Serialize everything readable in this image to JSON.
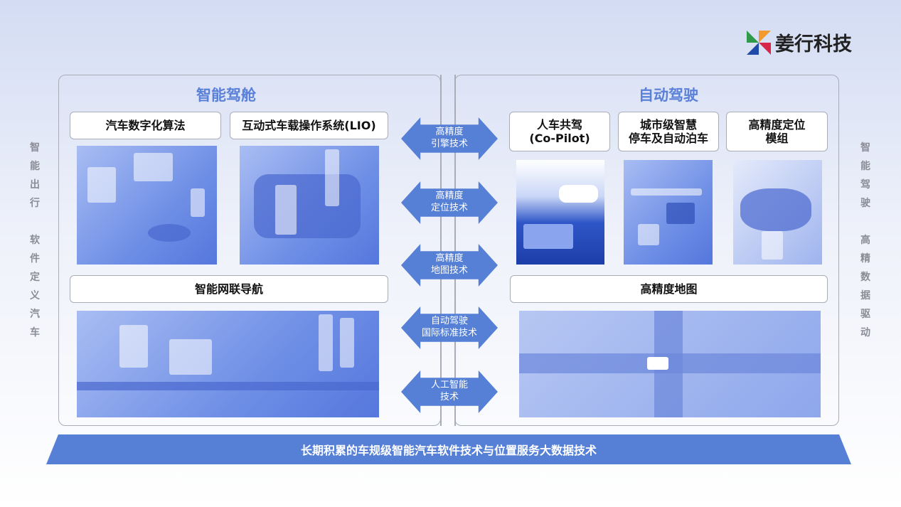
{
  "logo": {
    "text": "姜行科技"
  },
  "side_left": [
    "智",
    "能",
    "出",
    "行",
    "",
    "软",
    "件",
    "定",
    "义",
    "汽",
    "车"
  ],
  "side_right": [
    "智",
    "能",
    "驾",
    "驶",
    "",
    "高",
    "精",
    "数",
    "据",
    "驱",
    "动"
  ],
  "left_panel": {
    "title": "智能驾舱",
    "box1": "汽车数字化算法",
    "box2": "互动式车载操作系统(LIO)",
    "box3": "智能网联导航"
  },
  "right_panel": {
    "title": "自动驾驶",
    "box1": "人车共驾\n(Co-Pilot)",
    "box2": "城市级智慧\n停车及自动泊车",
    "box3": "高精度定位\n模组",
    "box4": "高精度地图"
  },
  "arrows": [
    "高精度\n引擎技术",
    "高精度\n定位技术",
    "高精度\n地图技术",
    "自动驾驶\n国际标准技术",
    "人工智能\n技术"
  ],
  "base": "长期积累的车规级智能汽车软件技术与位置服务大数据技术"
}
